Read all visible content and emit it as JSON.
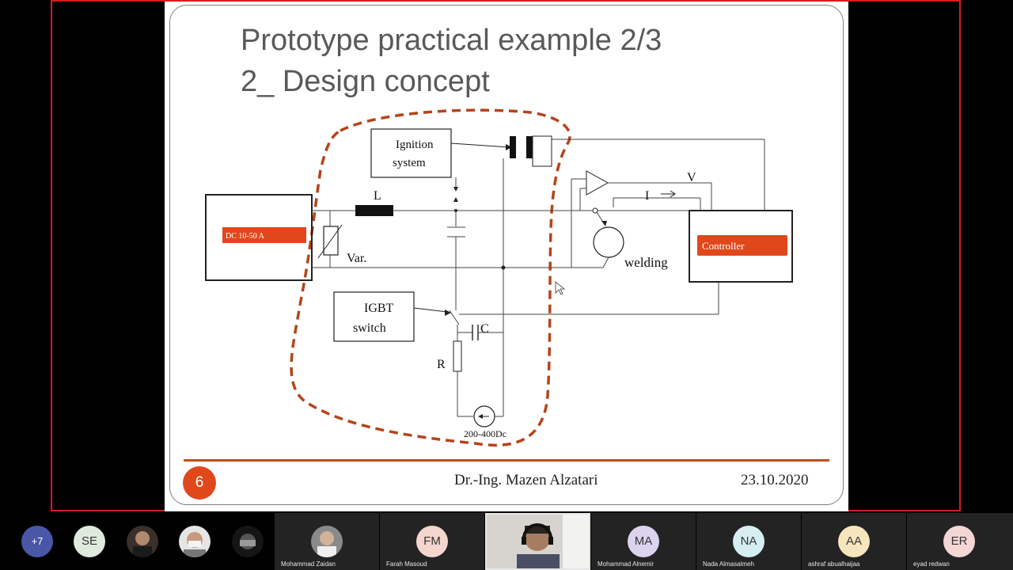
{
  "slide": {
    "title_line1": "Prototype practical example 2/3",
    "title_line2": "2_ Design concept",
    "page_number": "6",
    "author": "Dr.-Ing. Mazen Alzatari",
    "date": "23.10.2020"
  },
  "diagram": {
    "source_label": "DC 10-50 A",
    "controller_label": "Controller",
    "ignition_line1": "Ignition",
    "ignition_line2": "system",
    "igbt_line1": "IGBT",
    "igbt_line2": "switch",
    "inductor_label": "L",
    "varistor_label": "Var.",
    "capacitor_label": "C",
    "resistor_label": "R",
    "supply_label": "200-400Dc",
    "welding_label": "welding",
    "voltage_label": "V",
    "current_label": "I"
  },
  "participants": {
    "overflow_count": "+7",
    "se_initials": "SE",
    "zaidan_name": "Mohammad Zaidan",
    "fm_initials": "FM",
    "fm_name": "Farah Masoud",
    "ma_initials": "MA",
    "ma_name": "Mohammad Alnemir",
    "na_initials": "NA",
    "na_name": "Nada Almasalmeh",
    "aa_initials": "AA",
    "aa_name": "ashraf abualhaijaa",
    "er_initials": "ER",
    "er_name": "eyad redwan"
  },
  "colors": {
    "share_border": "#d21f1f",
    "accent_orange": "#e0481b",
    "dashed_boundary": "#b5441b"
  }
}
